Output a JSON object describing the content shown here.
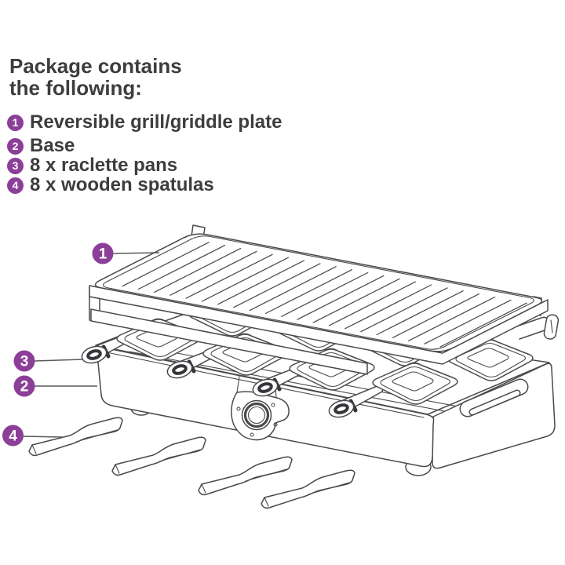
{
  "heading": {
    "line1": "Package contains",
    "line2": "the following:"
  },
  "legend": [
    {
      "num": "1",
      "label": "Reversible grill/griddle plate"
    },
    {
      "num": "2",
      "label": "Base"
    },
    {
      "num": "3",
      "label": "8 x raclette pans"
    },
    {
      "num": "4",
      "label": "8 x wooden spatulas"
    }
  ],
  "callouts": [
    {
      "num": "1",
      "target": "grill-griddle-plate"
    },
    {
      "num": "2",
      "target": "base"
    },
    {
      "num": "3",
      "target": "raclette-pan"
    },
    {
      "num": "4",
      "target": "wooden-spatula"
    }
  ],
  "colors": {
    "accent": "#8c3f98",
    "line": "#4a4a4c",
    "text": "#3d3c3e",
    "leader": "#58585a"
  }
}
